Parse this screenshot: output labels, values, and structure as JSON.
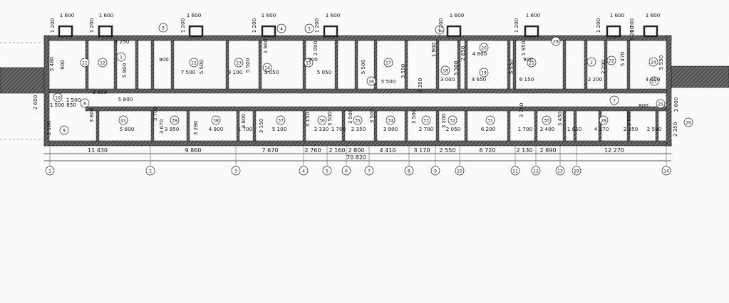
{
  "plan": {
    "rooms": [
      {
        "id": "room-1",
        "label": "1"
      },
      {
        "id": "room-2",
        "label": "2"
      },
      {
        "id": "room-3",
        "label": "3"
      },
      {
        "id": "room-4",
        "label": "4"
      },
      {
        "id": "room-5",
        "label": "5"
      },
      {
        "id": "room-6",
        "label": "6"
      },
      {
        "id": "room-7",
        "label": "7"
      },
      {
        "id": "room-8",
        "label": "8"
      },
      {
        "id": "room-9",
        "label": "9"
      },
      {
        "id": "room-10",
        "label": "10"
      },
      {
        "id": "room-11",
        "label": "11"
      },
      {
        "id": "room-12a",
        "label": "12"
      },
      {
        "id": "room-12b",
        "label": "12"
      },
      {
        "id": "room-13",
        "label": "13"
      },
      {
        "id": "room-14",
        "label": "14"
      },
      {
        "id": "room-15",
        "label": "15"
      },
      {
        "id": "room-16",
        "label": "16"
      },
      {
        "id": "room-17",
        "label": "17"
      },
      {
        "id": "room-18",
        "label": "18"
      },
      {
        "id": "room-19",
        "label": "19"
      },
      {
        "id": "room-20",
        "label": "20"
      },
      {
        "id": "room-21",
        "label": "21"
      },
      {
        "id": "room-22",
        "label": "22"
      },
      {
        "id": "room-24",
        "label": "24"
      },
      {
        "id": "room-25",
        "label": "25"
      },
      {
        "id": "room-26",
        "label": "26"
      },
      {
        "id": "room-27",
        "label": "27"
      },
      {
        "id": "room-28",
        "label": "28"
      },
      {
        "id": "room-29",
        "label": "29"
      },
      {
        "id": "room-30",
        "label": "30"
      },
      {
        "id": "room-31",
        "label": "31"
      },
      {
        "id": "room-32",
        "label": "32"
      },
      {
        "id": "room-33",
        "label": "33"
      },
      {
        "id": "room-34",
        "label": "34"
      },
      {
        "id": "room-35",
        "label": "35"
      },
      {
        "id": "room-36",
        "label": "36"
      },
      {
        "id": "room-37",
        "label": "37"
      },
      {
        "id": "room-38",
        "label": "38"
      },
      {
        "id": "room-39",
        "label": "39"
      },
      {
        "id": "room-41",
        "label": "41"
      }
    ],
    "top_dims": [
      "1 600",
      "1 200",
      "1 600",
      "1 200",
      "2 250",
      "1 600",
      "1 200",
      "1 600",
      "1 200",
      "1 600",
      "1 200",
      "1 600",
      "1 200",
      "1 200",
      "1 600",
      "1 200",
      "1 600",
      "1 200",
      "1 600",
      "1 200"
    ],
    "room_dims_upper": [
      "5 480",
      "5 800",
      "900",
      "7 500",
      "5 500",
      "3 100",
      "5 500",
      "3 050",
      "1 900",
      "2 000",
      "900",
      "5 050",
      "5 500",
      "3 000",
      "2 650",
      "4 800",
      "5 500",
      "4 650",
      "5 550",
      "6 150",
      "1 950",
      "900",
      "2 200",
      "2 200",
      "5 470",
      "4 600",
      "5 550",
      "1 900",
      "3 550",
      "5 500",
      "3 350",
      "1 500",
      "900",
      "9 600",
      "5 800",
      "1 500",
      "850",
      "2 600"
    ],
    "room_dims_lower": [
      "3 800",
      "5 600",
      "3 700",
      "3 670",
      "3 950",
      "3 290",
      "4 900",
      "3 800",
      "1 700",
      "3 150",
      "5 100",
      "3 150",
      "2 330",
      "3 500",
      "1 700",
      "2 350",
      "3 500",
      "3 900",
      "3 500",
      "2 700",
      "3 500",
      "2 050",
      "3 200",
      "6 200",
      "3 750",
      "1 700",
      "2 400",
      "1 850",
      "3 450",
      "4 170",
      "3 550",
      "2 350",
      "800",
      "2 580",
      "2 600",
      "2 350",
      "2 100"
    ],
    "bottom_dims": [
      "11 430",
      "9 860",
      "7 670",
      "2 760",
      "2 160",
      "2 800",
      "4 410",
      "3 170",
      "2 550",
      "6 720",
      "2 130",
      "2 890",
      "12 270"
    ],
    "overall_dim": "70 820",
    "axes": [
      "1",
      "2",
      "3",
      "4",
      "5",
      "6",
      "7",
      "8",
      "9",
      "10",
      "11",
      "12",
      "13",
      "29",
      "14"
    ]
  }
}
